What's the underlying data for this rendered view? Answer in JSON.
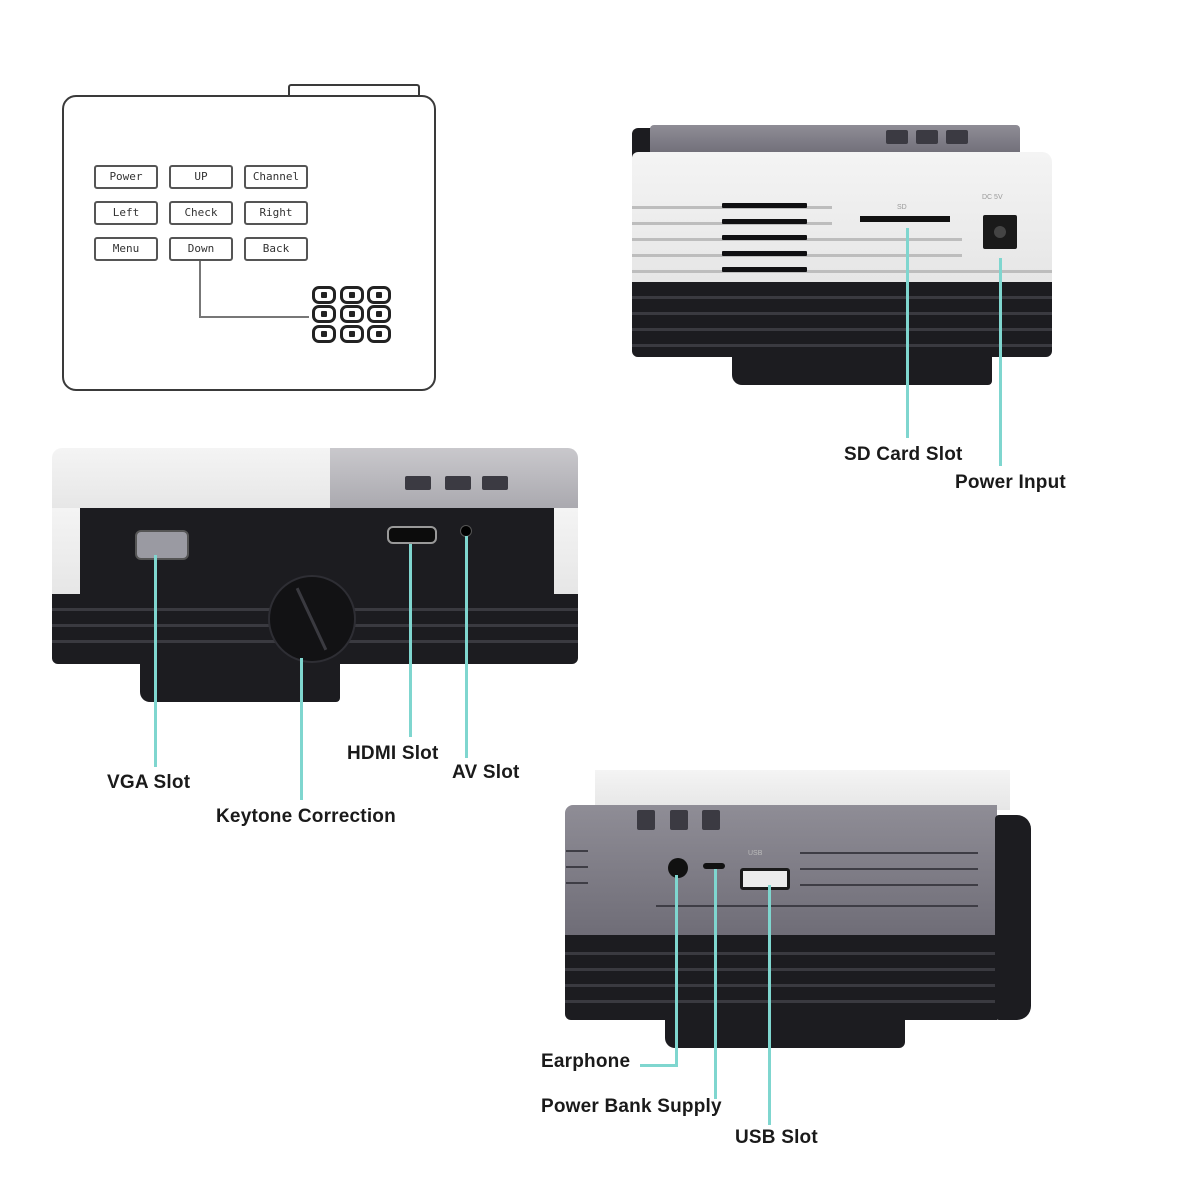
{
  "diagram": {
    "subject": "Mini LED projector ports and controls",
    "keypad_panel": {
      "buttons": [
        {
          "label": "Power"
        },
        {
          "label": "UP"
        },
        {
          "label": "Channel"
        },
        {
          "label": "Left"
        },
        {
          "label": "Check"
        },
        {
          "label": "Right"
        },
        {
          "label": "Menu"
        },
        {
          "label": "Down"
        },
        {
          "label": "Back"
        }
      ],
      "physical_keys_count": 9
    },
    "rear_view": {
      "port_marks": {
        "sd": "SD",
        "power": "DC 5V"
      },
      "labels": {
        "sd_card_slot": "SD Card Slot",
        "power_input": "Power Input"
      }
    },
    "front_view": {
      "labels": {
        "vga_slot": "VGA Slot",
        "keytone_correction": "Keytone Correction",
        "hdmi_slot": "HDMI Slot",
        "av_slot": "AV Slot"
      }
    },
    "side_view": {
      "port_marks": {
        "usb": "USB"
      },
      "labels": {
        "earphone": "Earphone",
        "power_bank_supply": "Power Bank Supply",
        "usb_slot": "USB Slot"
      }
    },
    "colors": {
      "leader_line": "#7fd6cf",
      "body_white": "#eeeeee",
      "body_grey": "#7e7c86",
      "body_black": "#1c1c20",
      "label_text": "#1a1a1a"
    }
  }
}
